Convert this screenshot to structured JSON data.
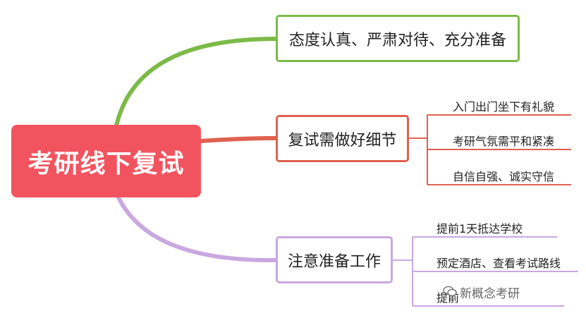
{
  "root": {
    "label": "考研线下复试"
  },
  "branches": [
    {
      "label": "态度认真、严肃对待、充分准备",
      "color": "#7cba48",
      "children": []
    },
    {
      "label": "复试需做好细节",
      "color": "#e06150",
      "children": [
        "入门出门坐下有礼貌",
        "考研气氛需平和紧凑",
        "自信自强、诚实守信"
      ]
    },
    {
      "label": "注意准备工作",
      "color": "#c9a8e0",
      "children": [
        "提前1天抵达学校",
        "预定酒店、查看考试路线",
        "提前"
      ]
    }
  ],
  "watermark": {
    "text": "新概念考研",
    "icon": "wechat-icon"
  }
}
